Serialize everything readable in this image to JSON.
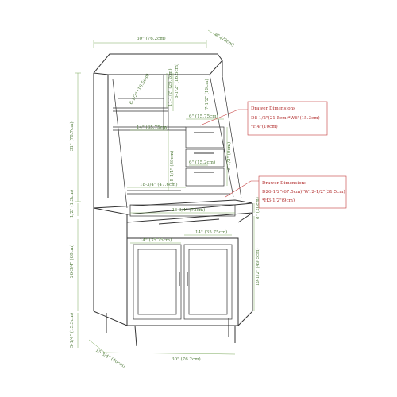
{
  "dimensions": {
    "top_width": "30\" (76.2cm)",
    "top_depth": "8\" (20cm)",
    "total_height": "31\" (78.7cm)",
    "bottom_width": "30\" (76.2cm)",
    "bottom_depth": "15-3/4\" (40cm)",
    "leg_height": "5-1/4\" (13.3cm)",
    "cabinet_height": "26-3/4\" (68cm)",
    "counter_gap": "1/2\" (1.3cm)",
    "right_lower_height": "19-1/2\" (49.5cm)",
    "right_drawer_gap": "6\" (15.2cm)",
    "shelf_small_height": "6-1/2\" (16.5cm)",
    "shelf_mid_height": "11-1/2\" (29.2cm)",
    "shelf_lower_height": "6-1/2\" (16.5cm)",
    "upper_depth_right": "7-1/2\" (19cm)",
    "drawer_block_width": "6\" (15.75cm)",
    "left_open_width": "14\" (35.75cm)",
    "open_height": "15-1/4\" (39cm)",
    "drawer_height": "3-1/2\" (9cm)",
    "mid_width": "18-3/4\" (47.6cm)",
    "counter_width": "28-3/4\" (73cm)",
    "door_width_left": "14\" (35.75cm)",
    "door_width_right": "14\" (35.75cm)",
    "side_right": "8\" (20cm)"
  },
  "drawer_dims_upper": {
    "title": "Drawer Dimensions",
    "line1": "D8-1/2\"(21.5cm)*W6\"(15.3cm)",
    "line2": "*H4\"(10cm)"
  },
  "drawer_dims_lower": {
    "title": "Drawer Dimensions",
    "line1": "D26-1/2\"(67.5cm)*W12-1/2\"(31.5cm)",
    "line2": "*H3-1/2\"(9cm)"
  }
}
